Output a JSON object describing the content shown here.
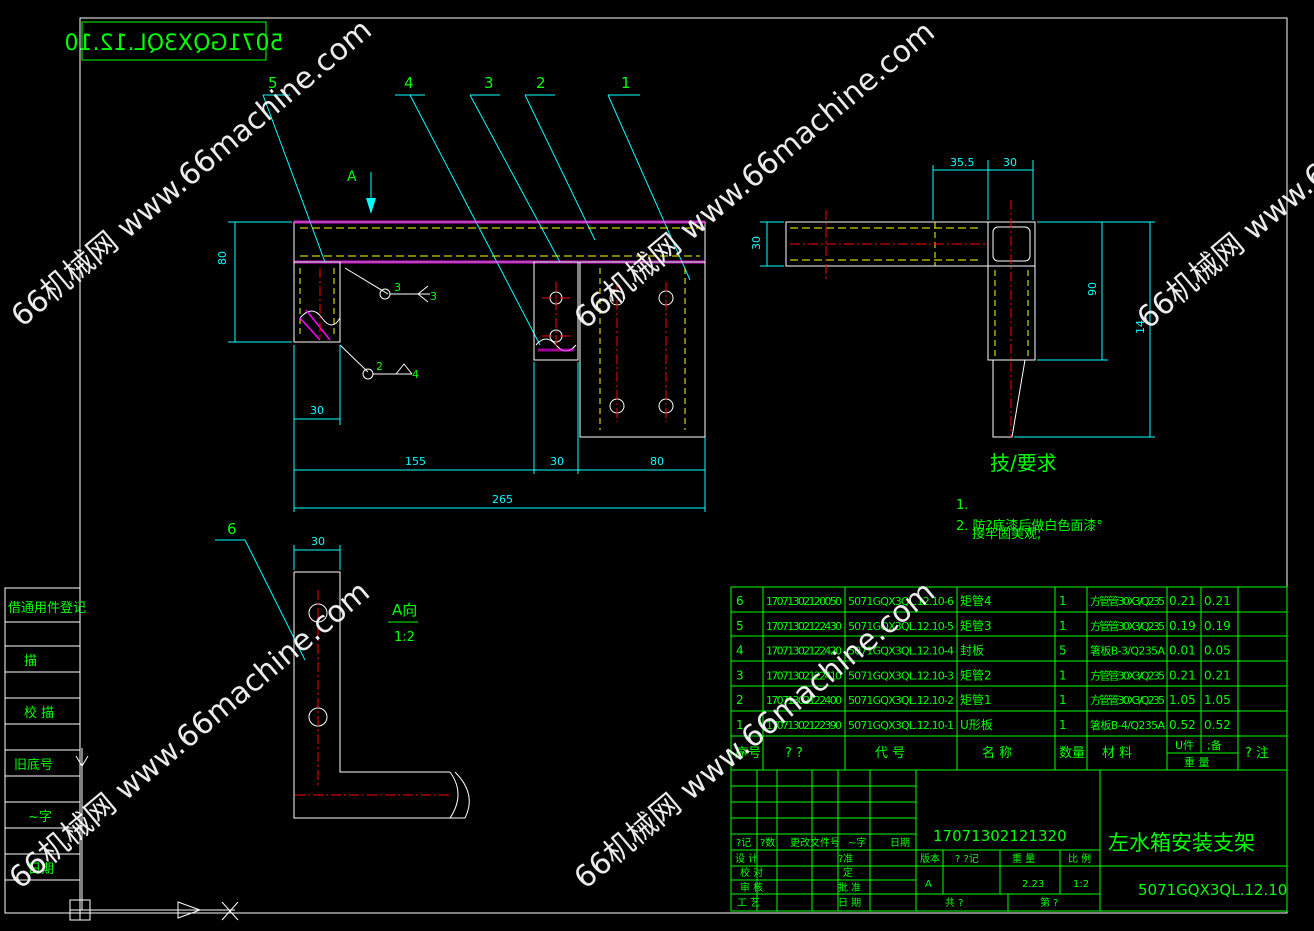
{
  "drawing_code": "5071GQX3QL.12.10",
  "balloons": [
    "5",
    "4",
    "3",
    "2",
    "1",
    "6"
  ],
  "view_a_label": "A",
  "weld_marks": {
    "upper_num": "3",
    "upper_tail": "3",
    "lower_num": "2",
    "lower_tail": "4"
  },
  "dimensions": {
    "front_height": "80",
    "front_left_width": "30",
    "front_seg1": "155",
    "front_seg2": "30",
    "front_seg3": "80",
    "front_total": "265",
    "side_offset": "35.5",
    "side_width": "30",
    "side_left_height": "30",
    "side_mid_height": "90",
    "side_total_height": "14",
    "view_a_width": "30"
  },
  "view_a": {
    "title": "A向",
    "scale": "1:2"
  },
  "tech": {
    "title": "技/要求",
    "line1": "1.",
    "line2": "2. 防?底漆后做白色面漆°",
    "line3": "接牢固美观;"
  },
  "bom_rows": [
    {
      "no": "6",
      "code": "17071302120050",
      "drawing": "5071GQX3QL.12.10-6",
      "name": "矩管4",
      "qty": "1",
      "material": "方管管30X3/Q235",
      "unit": "0.21",
      "total": "0.21"
    },
    {
      "no": "5",
      "code": "17071302122430",
      "drawing": "5071GQX3QL.12.10-5",
      "name": "矩管3",
      "qty": "1",
      "material": "方管管30X3/Q235",
      "unit": "0.19",
      "total": "0.19"
    },
    {
      "no": "4",
      "code": "17071302122420",
      "drawing": "5071GQX3QL.12.10-4",
      "name": "封板",
      "qty": "5",
      "material": "箸板B-3/Q235A",
      "unit": "0.01",
      "total": "0.05"
    },
    {
      "no": "3",
      "code": "17071302122410",
      "drawing": "5071GQX3QL.12.10-3",
      "name": "矩管2",
      "qty": "1",
      "material": "方管管30X3/Q235",
      "unit": "0.21",
      "total": "0.21"
    },
    {
      "no": "2",
      "code": "17071302122400",
      "drawing": "5071GQX3QL.12.10-2",
      "name": "矩管1",
      "qty": "1",
      "material": "方管管30X3/Q235",
      "unit": "1.05",
      "total": "1.05"
    },
    {
      "no": "1",
      "code": "17071302122390",
      "drawing": "5071GQX3QL.12.10-1",
      "name": "U形板",
      "qty": "1",
      "material": "箸板B-4/Q235A",
      "unit": "0.52",
      "total": "0.52"
    }
  ],
  "bom_header": {
    "no": "序号",
    "code": "? ?",
    "drawing": "代  号",
    "name": "名  称",
    "qty": "数量",
    "material": "材  料",
    "unit": "U件",
    "total": ";备",
    "weight": "重  量",
    "remark": "? 注"
  },
  "sidebar": [
    "借通用件登记",
    "描",
    "校 描",
    "旧底号",
    "~字",
    "日期"
  ],
  "title_block": {
    "part_code": "17071302121320",
    "name": "左水箱安装支架",
    "drawing_code": "5071GQX3QL.12.10",
    "rev_headers": [
      "?记",
      "?数",
      "更改文件号",
      "~字",
      "日期"
    ],
    "signs_left": [
      "设 计",
      "校 对",
      "审 核",
      "工 艺"
    ],
    "signs_right": [
      "?准",
      "定",
      "批 准",
      "日 期"
    ],
    "info_headers": [
      "版本",
      "? ?记",
      "重 量",
      "比 例"
    ],
    "info_values": [
      "A",
      "2.23",
      "1:2"
    ],
    "sheet": [
      "共  ?",
      "第  ?"
    ]
  },
  "watermarks": [
    "66机械网 www.66machine.com",
    "66机械网 www.66machine.com",
    "66机械网 www.66machine.com",
    "66机械网 www.66machine.com",
    "66机械网 www.66machine.com"
  ],
  "colors": {
    "frame": "#ffffff",
    "outline": "#ffffff",
    "table": "#00ff00",
    "text": "#00ff00",
    "dimension": "#00ffff",
    "hidden": "#ffff00",
    "center": "#ff0000",
    "hatch": "#ff00ff"
  }
}
